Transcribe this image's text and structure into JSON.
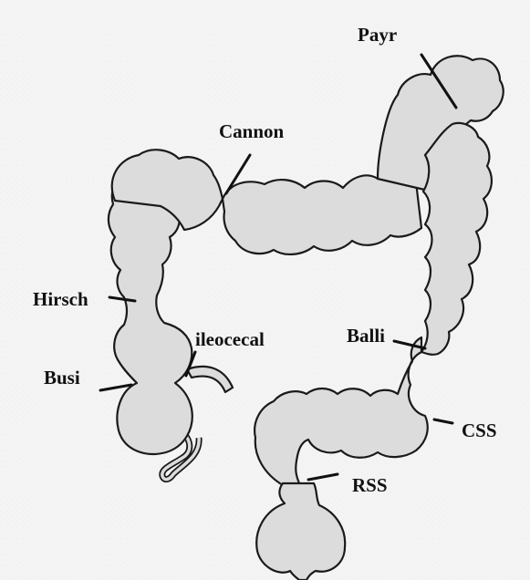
{
  "labels": {
    "payr": "Payr",
    "cannon": "Cannon",
    "hirsch": "Hirsch",
    "ileocecal": "ileocecal",
    "balli": "Balli",
    "busi": "Busi",
    "css": "CSS",
    "rss": "RSS"
  },
  "colors": {
    "organ_fill": "#dcdcdc",
    "organ_stroke": "#1a1a1a",
    "background": "#f4f4f4"
  }
}
